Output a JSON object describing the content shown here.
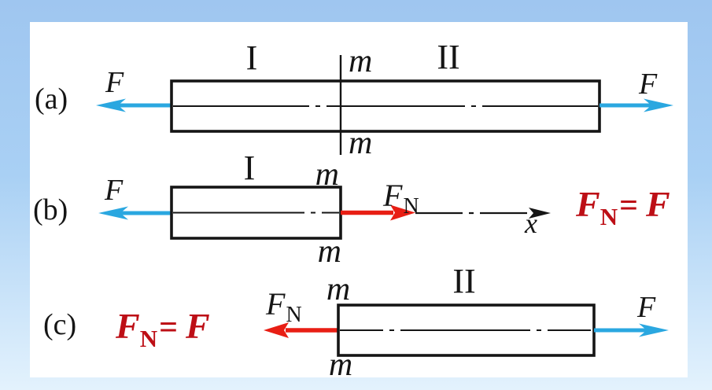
{
  "figure": {
    "panel_bg": "#ffffff",
    "frame_top_color": "#9fc6f0",
    "frame_mid_color": "#a9d0f4",
    "frame_bottom_color": "#e3f2fd",
    "applied_force_color": "#2aa7e0",
    "internal_force_color": "#e81e14",
    "equation_color": "#bd0f16",
    "ink_color": "#151515"
  },
  "row_a": {
    "label": "(a)",
    "force_left": "F",
    "force_right": "F",
    "segment_left": "I",
    "segment_right": "II",
    "section_mark_top": "m",
    "section_mark_bottom": "m"
  },
  "row_b": {
    "label": "(b)",
    "force_left": "F",
    "segment": "I",
    "section_mark_top": "m",
    "section_mark_bottom": "m",
    "normal_force": {
      "base": "F",
      "sub": "N"
    },
    "axis_label": "x",
    "equation": {
      "lhs": "F",
      "lhs_sub": "N",
      "rel": "=",
      "rhs": "F"
    }
  },
  "row_c": {
    "label": "(c)",
    "force_right": "F",
    "segment": "II",
    "section_mark_top": "m",
    "section_mark_bottom": "m",
    "normal_force": {
      "base": "F",
      "sub": "N"
    },
    "equation": {
      "lhs": "F",
      "lhs_sub": "N",
      "rel": "=",
      "rhs": "F"
    }
  }
}
